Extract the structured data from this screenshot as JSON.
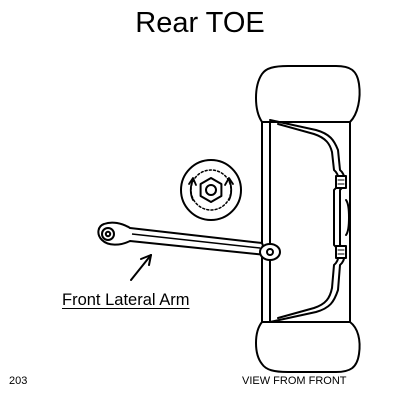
{
  "title": "Rear TOE",
  "arm_label": "Front Lateral Arm",
  "page_number": "203",
  "view_label": "VIEW FROM FRONT",
  "icons": {
    "wheel": "wheel-tire-side-view-icon",
    "adjuster": "eccentric-cam-adjuster-icon",
    "pointer": "pointer-arrow-icon"
  },
  "colors": {
    "ink": "#000000",
    "paper": "#ffffff"
  }
}
